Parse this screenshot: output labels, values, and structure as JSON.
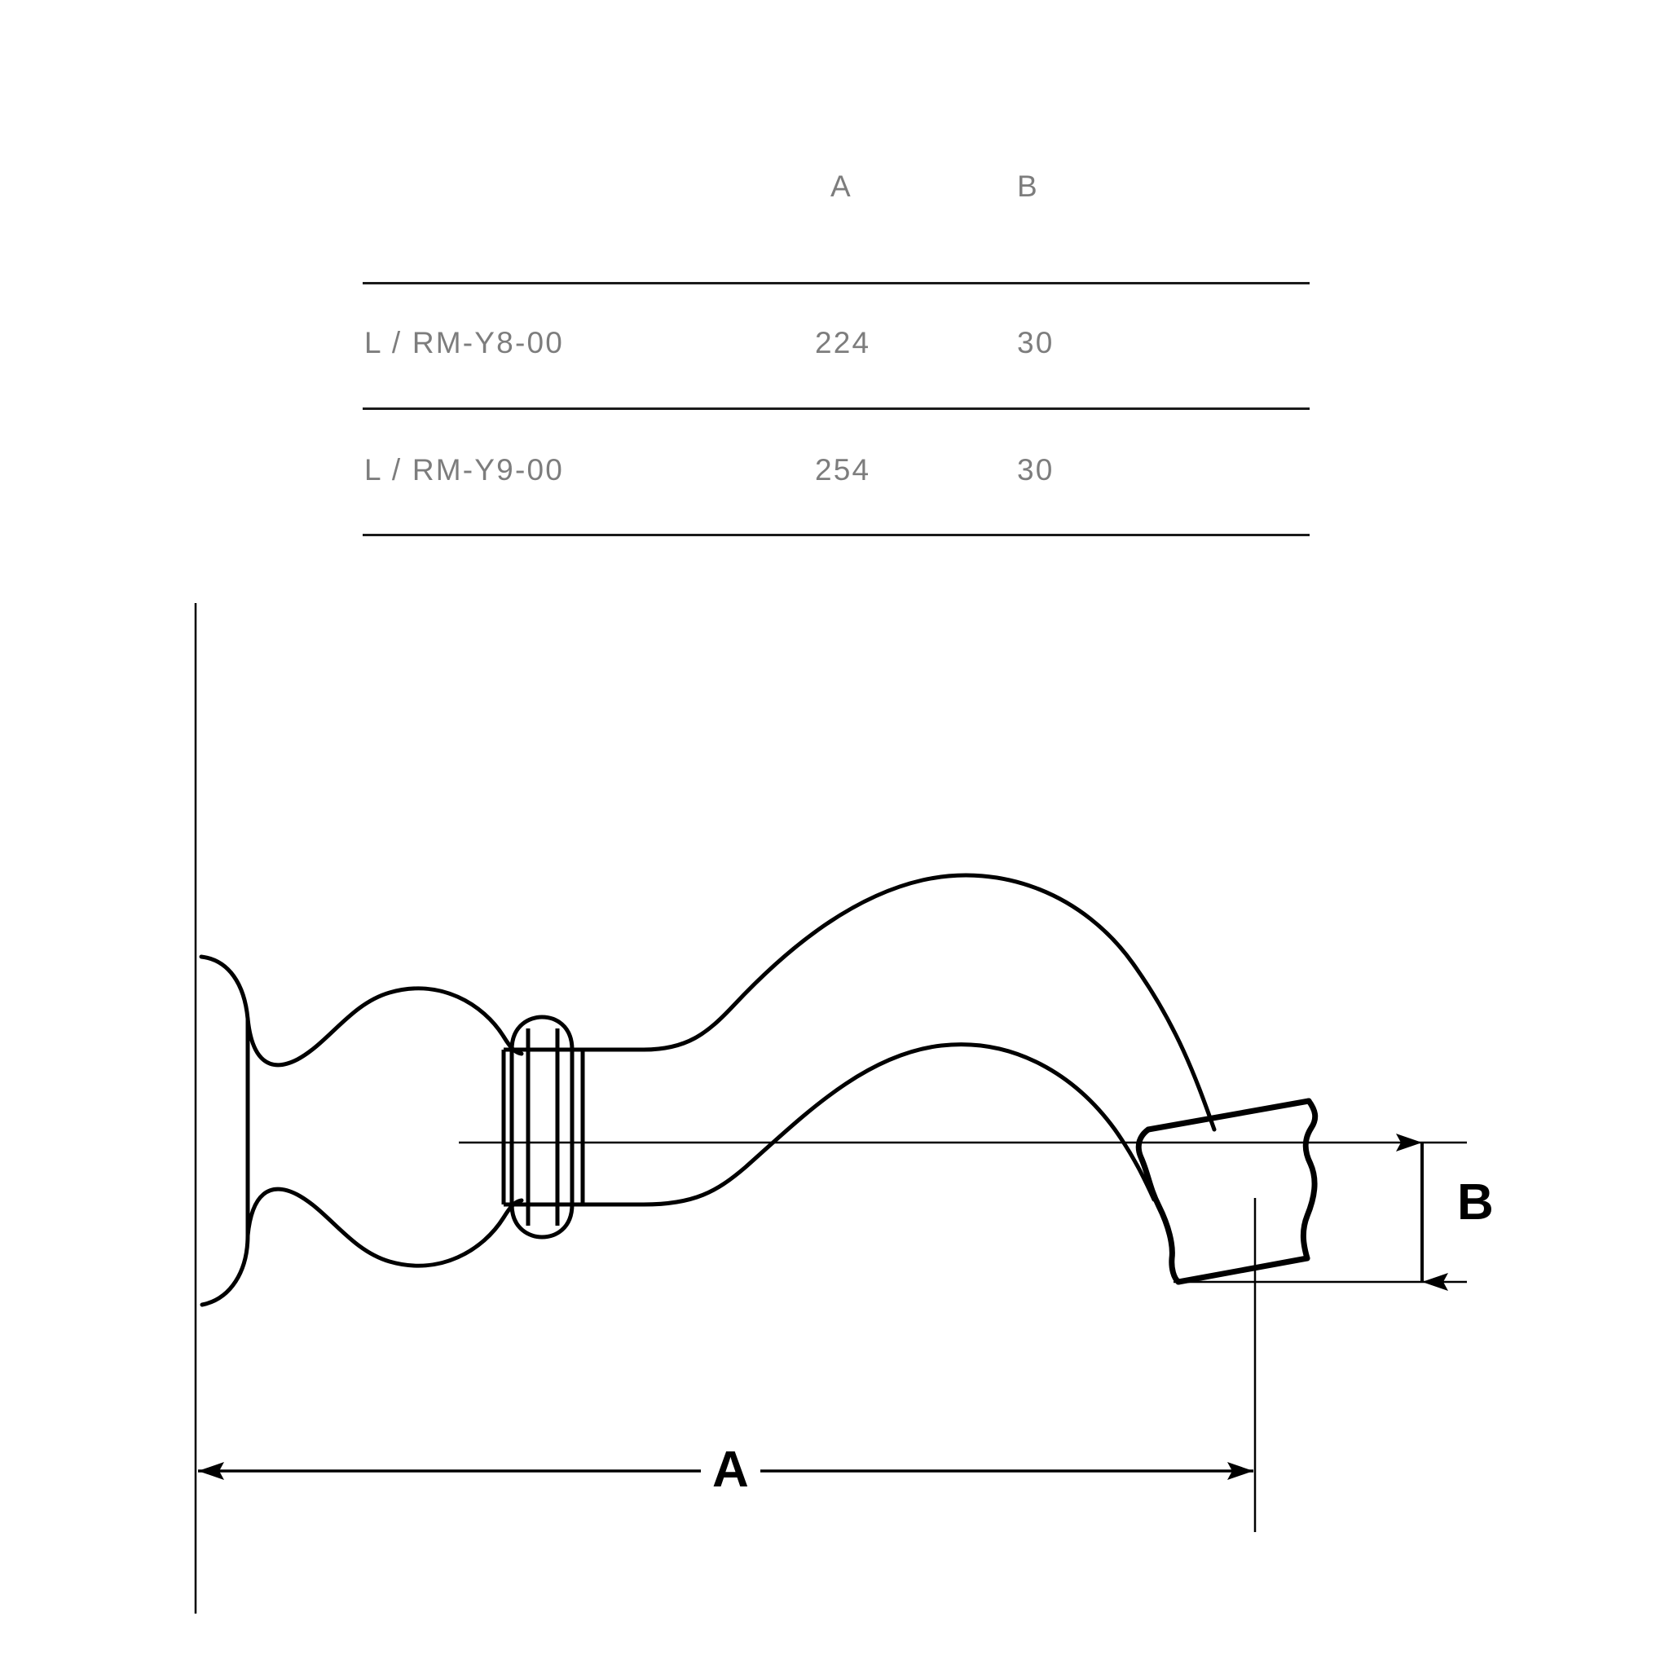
{
  "table": {
    "headers": [
      "",
      "A",
      "B"
    ],
    "rows": [
      {
        "code": "L / RM-Y8-00",
        "a": "224",
        "b": "30"
      },
      {
        "code": "L / RM-Y9-00",
        "a": "254",
        "b": "30"
      }
    ]
  },
  "drawing": {
    "title": "wall-mounted-spout-technical-drawing",
    "dimension_a_label": "A",
    "dimension_b_label": "B",
    "line_color": "#000000",
    "text_color": "#7d7d7d",
    "background": "#ffffff"
  }
}
